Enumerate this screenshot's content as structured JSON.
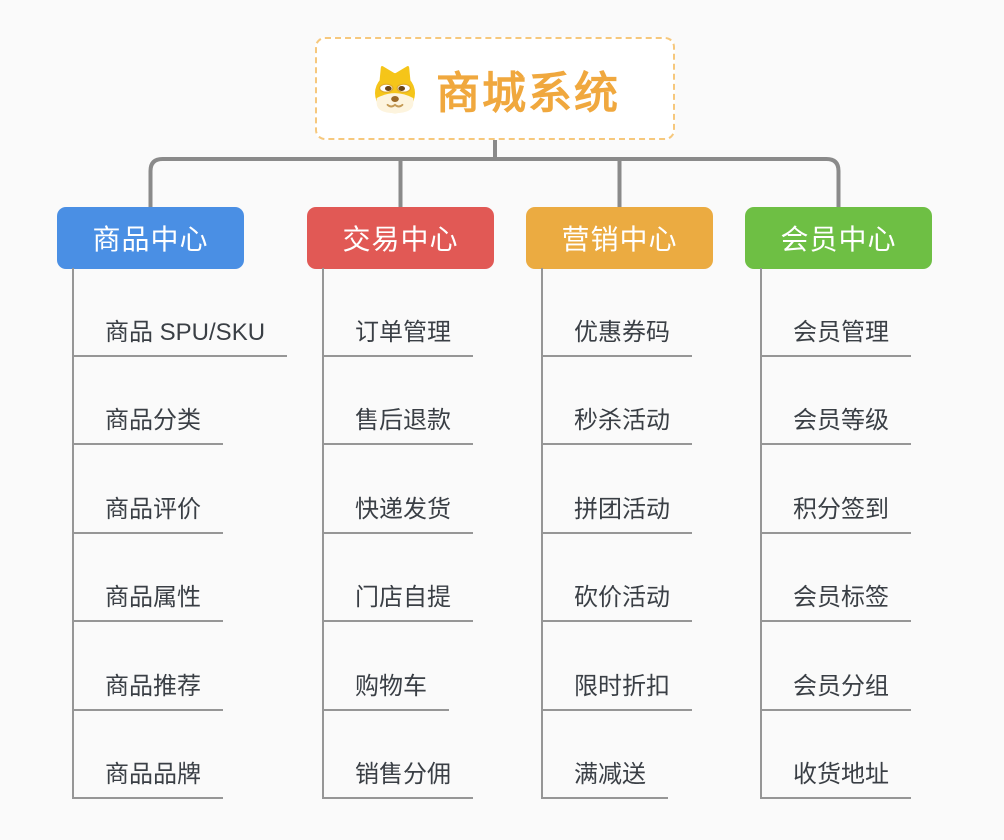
{
  "root": {
    "label": "商城系统",
    "icon": "dog-face-icon",
    "title_color": "#F0A83E"
  },
  "branches": [
    {
      "label": "商品中心",
      "color": "#4A8FE4",
      "items": [
        "商品 SPU/SKU",
        "商品分类",
        "商品评价",
        "商品属性",
        "商品推荐",
        "商品品牌"
      ]
    },
    {
      "label": "交易中心",
      "color": "#E15955",
      "items": [
        "订单管理",
        "售后退款",
        "快递发货",
        "门店自提",
        "购物车",
        "销售分佣"
      ]
    },
    {
      "label": "营销中心",
      "color": "#EBAB41",
      "items": [
        "优惠券码",
        "秒杀活动",
        "拼团活动",
        "砍价活动",
        "限时折扣",
        "满减送"
      ]
    },
    {
      "label": "会员中心",
      "color": "#6EBF44",
      "items": [
        "会员管理",
        "会员等级",
        "积分签到",
        "会员标签",
        "会员分组",
        "收货地址"
      ]
    }
  ]
}
